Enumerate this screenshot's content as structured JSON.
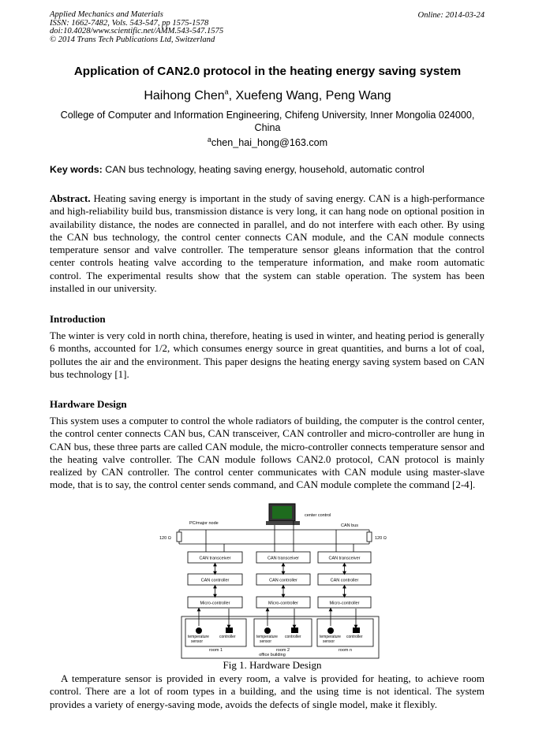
{
  "header": {
    "journal": "Applied Mechanics and Materials",
    "issn": "ISSN: 1662-7482, Vols. 543-547, pp 1575-1578",
    "doi": "doi:10.4028/www.scientific.net/AMM.543-547.1575",
    "copyright": "© 2014 Trans Tech Publications Ltd, Switzerland",
    "online": "Online: 2014-03-24"
  },
  "title": "Application of CAN2.0 protocol in the heating energy saving system",
  "authors": {
    "a1": "Haihong Chen",
    "a1_sup": "a",
    "rest": ", Xuefeng Wang, Peng Wang"
  },
  "affiliation": "College of Computer and Information Engineering, Chifeng University, Inner Mongolia 024000, China",
  "email": {
    "sup": "a",
    "address": "chen_hai_hong@163.com"
  },
  "keywords": {
    "label": "Key words:",
    "text": " CAN bus technology, heating saving energy, household, automatic control"
  },
  "abstract": {
    "label": "Abstract.",
    "text": " Heating saving energy is important in the study of saving energy. CAN is a high-performance and high-reliability build bus, transmission distance is very long, it can hang node on optional position in availability distance, the nodes are connected in parallel, and do not interfere with each other. By using the CAN bus technology, the control center connects CAN module, and the CAN module connects temperature sensor and valve controller. The temperature sensor gleans information that the control center controls heating valve according to the temperature information, and make room automatic control. The experimental results show that the system can stable operation. The system has been installed in our university."
  },
  "intro": {
    "heading": "Introduction",
    "text": "The winter is very cold in north china, therefore, heating is used in winter, and heating period is generally 6 months, accounted for 1/2, which consumes energy source in great quantities, and burns a lot of coal, pollutes the air and the environment. This paper designs the heating energy saving system based on CAN bus technology [1]."
  },
  "hardware": {
    "heading": "Hardware Design",
    "text": "This system uses a computer to control the whole radiators of building, the computer is the control center, the control center connects CAN bus, CAN transceiver, CAN controller and micro-controller are hung in CAN bus, these three parts are called CAN module, the micro-controller connects temperature sensor and the heating valve controller. The CAN module follows CAN2.0 protocol, CAN protocol is mainly realized by CAN controller. The control center communicates with CAN module using master-slave mode, that is to say, the control center sends command, and CAN module complete the command [2-4].",
    "text2": "A temperature sensor is provided in every room, a valve is provided for heating, to achieve room control. There are a lot of room types in a building, and the using time is not identical. The system provides a variety of energy-saving mode, avoids the defects of single model, make it flexibly."
  },
  "figure": {
    "caption": "Fig 1. Hardware Design",
    "center_control": "center control",
    "pc_node": "PC/major node",
    "can_bus": "CAN bus",
    "resistor": "120 Ω",
    "transceiver": "CAN transceiver",
    "controller": "CAN controller",
    "micro": "Micro-controller",
    "temp1": "temperature",
    "temp2": "sensor",
    "valve": "controller",
    "rooms": [
      "room 1",
      "room 2",
      "room n"
    ],
    "building": "office building"
  }
}
